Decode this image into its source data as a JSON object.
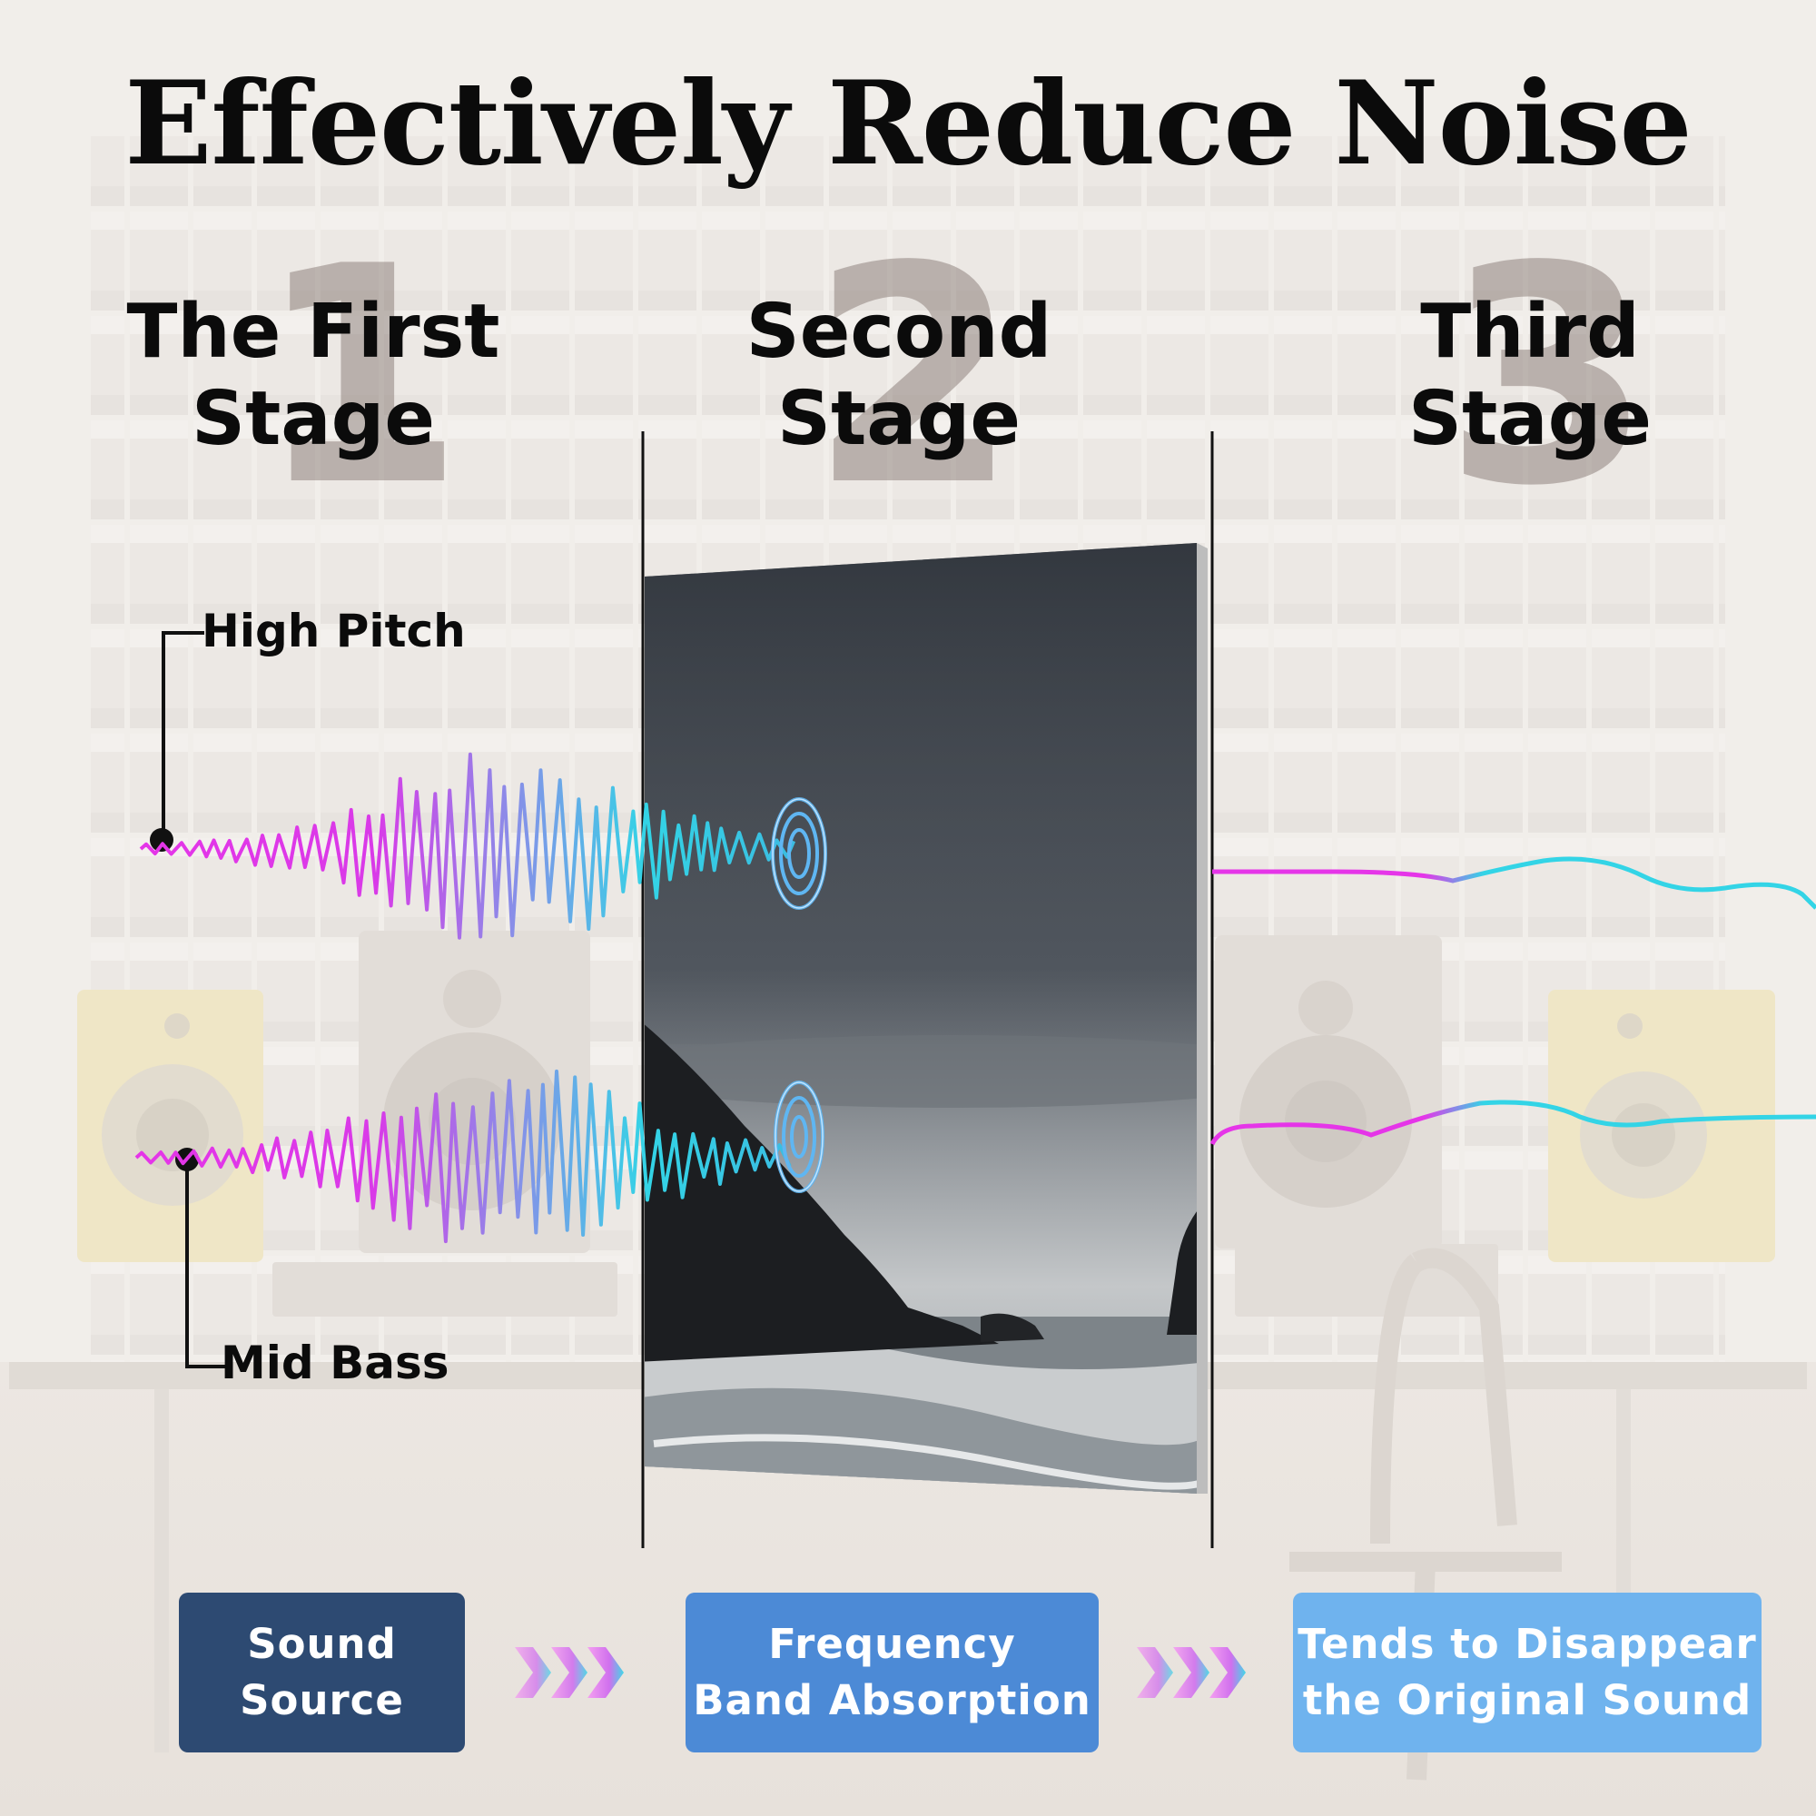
{
  "title": "Effectively Reduce Noise",
  "stages": [
    {
      "number": "1",
      "line1": "The First",
      "line2": "Stage"
    },
    {
      "number": "2",
      "line1": "Second",
      "line2": "Stage"
    },
    {
      "number": "3",
      "line1": "Third",
      "line2": "Stage"
    }
  ],
  "labels": {
    "high": "High Pitch",
    "mid": "Mid Bass"
  },
  "steps": [
    {
      "line1": "Sound",
      "line2": "Source"
    },
    {
      "line1": "Frequency",
      "line2": "Band Absorption"
    },
    {
      "line1": "Tends to Disappear",
      "line2": "the Original Sound"
    }
  ],
  "colors": {
    "wave_start": "#e535e8",
    "wave_end": "#33d4e6",
    "box_dark": "#2d4a72",
    "box_mid": "#4c8ad6",
    "box_light": "#6fb3ee",
    "title": "#0b0b0b"
  },
  "icons": [
    "arrow-chevrons-icon",
    "ripple-rings-icon"
  ]
}
